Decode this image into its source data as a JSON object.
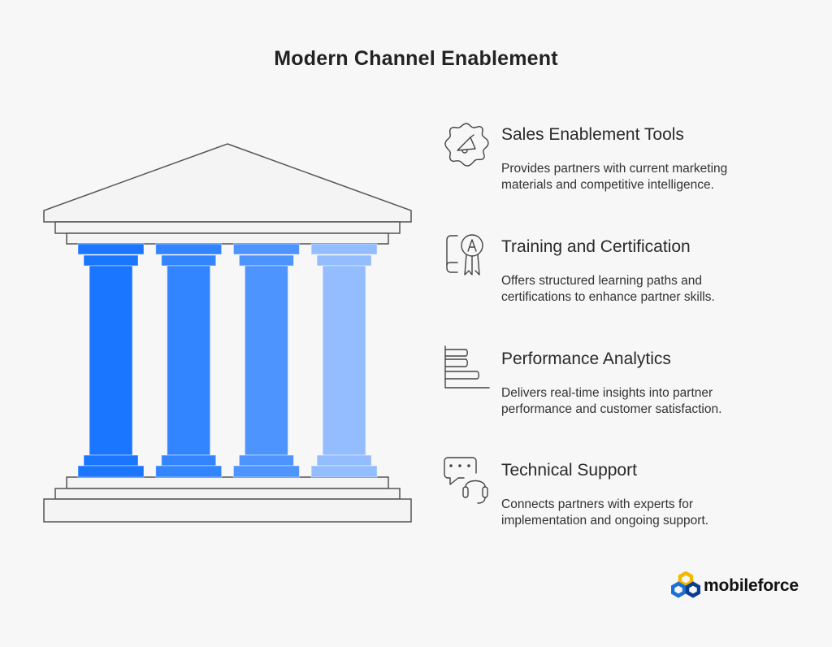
{
  "title": "Modern Channel Enablement",
  "temple": {
    "pillar_colors": [
      "#1a75ff",
      "#3385ff",
      "#4d94ff",
      "#94bdff"
    ],
    "structure_fill": "#f4f4f4",
    "structure_stroke": "#555555"
  },
  "items": [
    {
      "icon": "megaphone-badge-icon",
      "heading": "Sales Enablement Tools",
      "description": "Provides partners with current marketing materials and competitive intelligence."
    },
    {
      "icon": "certificate-award-icon",
      "heading": "Training and Certification",
      "description": "Offers structured learning paths and certifications to enhance partner skills."
    },
    {
      "icon": "bar-chart-icon",
      "heading": "Performance Analytics",
      "description": "Delivers real-time insights into partner performance and customer satisfaction."
    },
    {
      "icon": "chat-headset-icon",
      "heading": "Technical Support",
      "description": "Connects partners with experts for implementation and ongoing support."
    }
  ],
  "brand": {
    "name": "mobileforce",
    "colors": [
      "#f5b800",
      "#1b6fd6",
      "#0a3d91"
    ]
  }
}
